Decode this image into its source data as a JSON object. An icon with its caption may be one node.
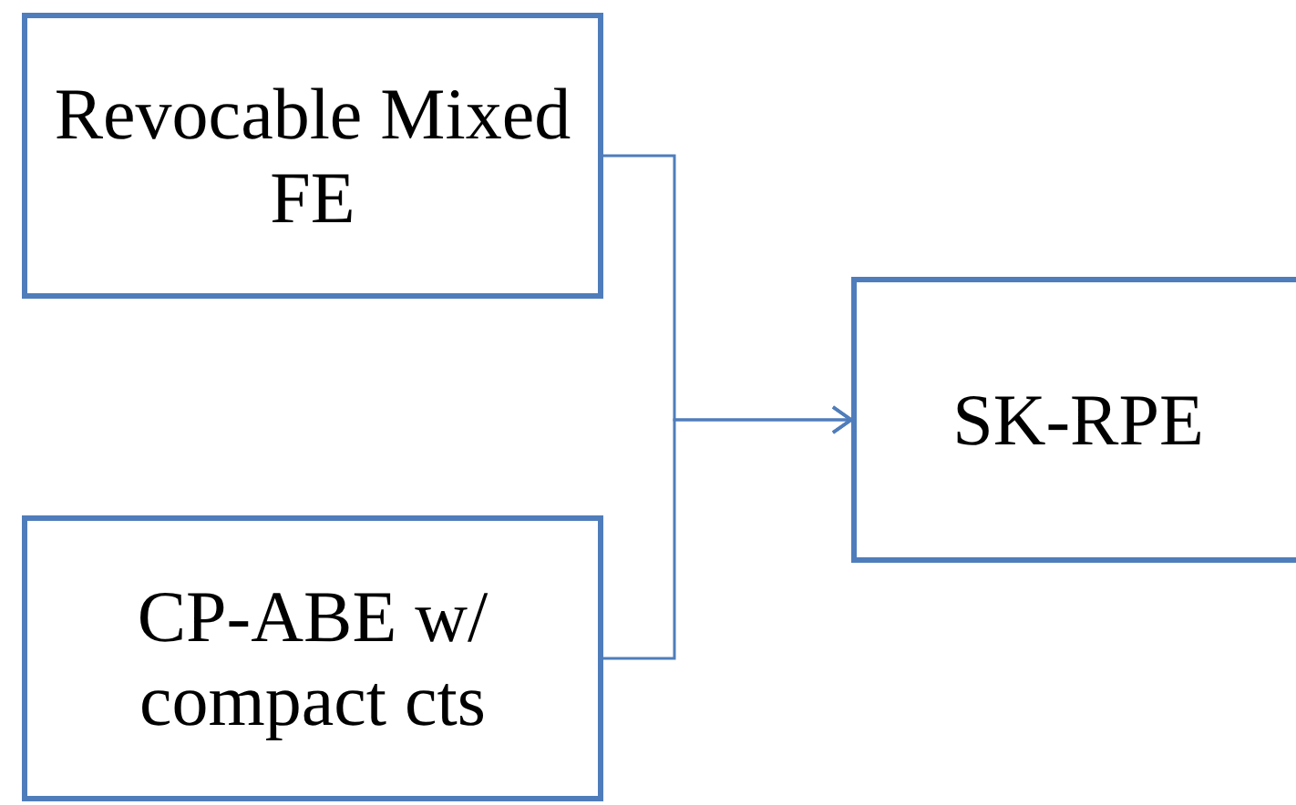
{
  "diagram": {
    "nodes": [
      {
        "text": [
          "Revocable Mixed FE"
        ]
      },
      {
        "text": [
          "CP-ABE w/ compact cts"
        ]
      },
      {
        "text": [
          "SK-RPE"
        ]
      }
    ],
    "edges": [
      {
        "from": 0,
        "to": 2,
        "arrow": "to"
      },
      {
        "from": 1,
        "to": 2,
        "arrow": "to"
      }
    ]
  }
}
